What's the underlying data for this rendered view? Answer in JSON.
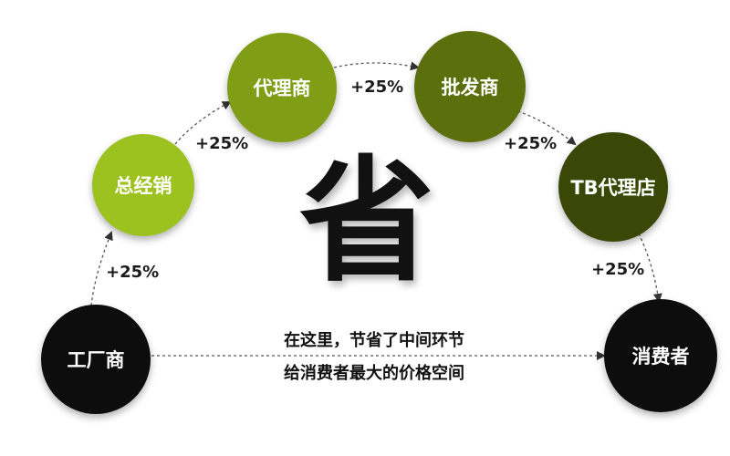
{
  "nodes": {
    "factory": {
      "label": "工厂商",
      "color": "#0d0d0d"
    },
    "general_distributor": {
      "label": "总经销",
      "color": "#9cc21f"
    },
    "agent": {
      "label": "代理商",
      "color": "#7f9e16"
    },
    "wholesaler": {
      "label": "批发商",
      "color": "#5b6f0c"
    },
    "tb_agent_store": {
      "label": "TB代理店",
      "color": "#3a4707"
    },
    "consumer": {
      "label": "消费者",
      "color": "#0d0d0d"
    }
  },
  "markups": {
    "factory_to_general": "+25%",
    "general_to_agent": "+25%",
    "agent_to_wholesaler": "+25%",
    "wholesaler_to_tb": "+25%",
    "tb_to_consumer": "+25%"
  },
  "center_char": "省",
  "caption": {
    "line1": "在这里，节省了中间环节",
    "line2": "给消费者最大的价格空间"
  }
}
